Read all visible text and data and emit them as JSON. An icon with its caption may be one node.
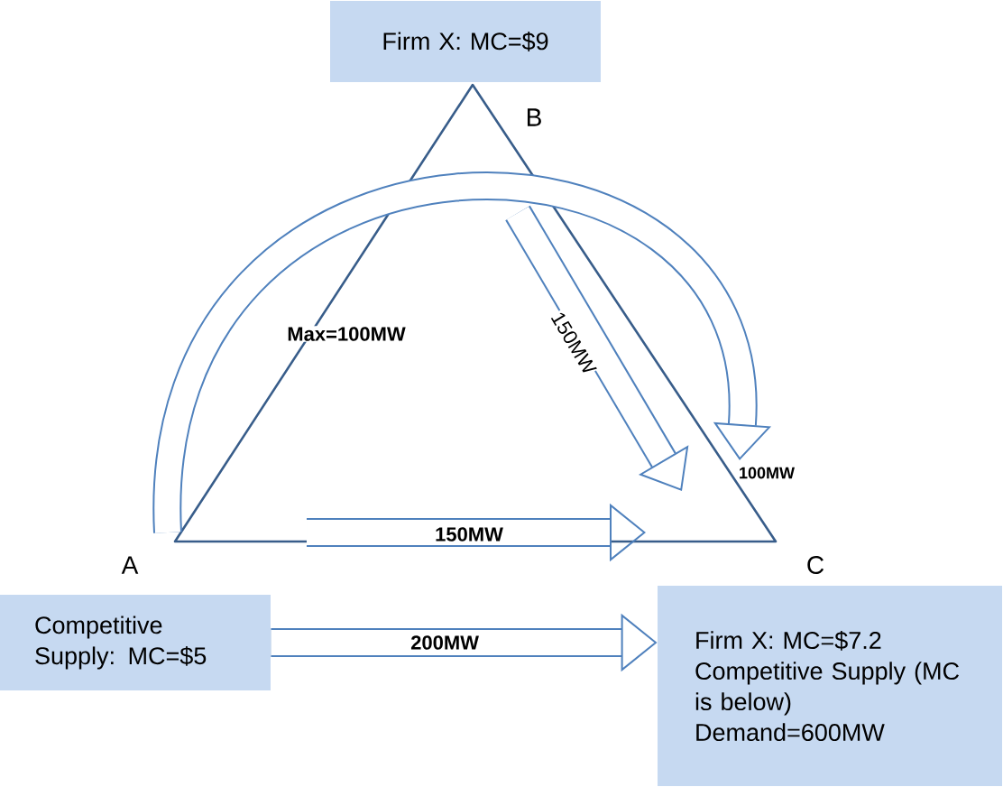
{
  "diagram": {
    "nodes": [
      {
        "text": [
          "Firm X: MC=$9"
        ]
      },
      {
        "text": [
          "Competitive Supply: MC=$5"
        ]
      },
      {
        "text": [
          "Firm X: MC=$7.2",
          "Competitive Supply (MC is  below)",
          "Demand=600MW"
        ]
      }
    ],
    "edges": [
      {
        "from": 1,
        "to": 2,
        "arrow": "to",
        "label": "200MW"
      }
    ],
    "labels": [
      "B",
      "Max=100MW",
      "150MW",
      "100MW",
      "150MW",
      "A",
      "C"
    ]
  }
}
